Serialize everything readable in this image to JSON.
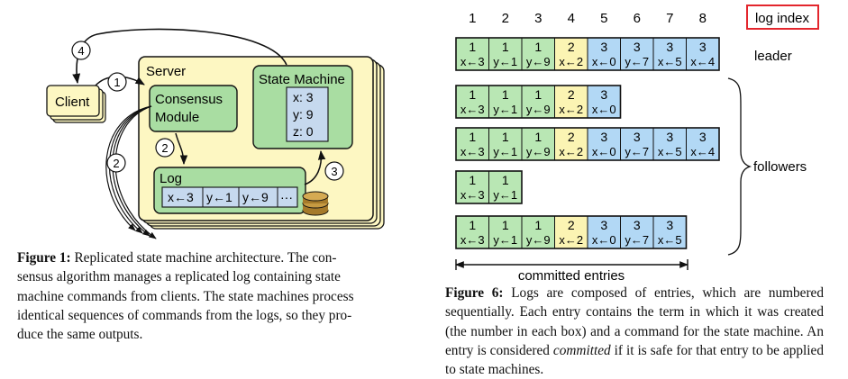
{
  "figure1": {
    "client_label": "Client",
    "server_label": "Server",
    "consensus_label_line1": "Consensus",
    "consensus_label_line2": "Module",
    "state_machine_label": "State Machine",
    "state_values": [
      "x: 3",
      "y: 9",
      "z: 0"
    ],
    "log_label": "Log",
    "log_entries": [
      "x←3",
      "y←1",
      "y←9",
      "···"
    ],
    "step_numbers": [
      "1",
      "2",
      "2",
      "3",
      "4"
    ],
    "caption": {
      "label": "Figure 1:",
      "lines": [
        " Replicated state machine architecture. The con-",
        "sensus algorithm manages a replicated log containing state",
        "machine commands from clients. The state machines process",
        "identical sequences of commands from the logs, so they pro-",
        "duce the same outputs."
      ]
    }
  },
  "figure6": {
    "log_index_label": "log index",
    "indices": [
      "1",
      "2",
      "3",
      "4",
      "5",
      "6",
      "7",
      "8"
    ],
    "leader_label": "leader",
    "followers_label": "followers",
    "committed_label": "committed entries",
    "term_colors": {
      "1": "#b9e7b4",
      "2": "#fbf4b3",
      "3": "#b2d8f5"
    },
    "highlight_color": "#e3262d",
    "logs": [
      {
        "role": "leader",
        "entries": [
          {
            "term": "1",
            "cmd": "x←3"
          },
          {
            "term": "1",
            "cmd": "y←1"
          },
          {
            "term": "1",
            "cmd": "y←9"
          },
          {
            "term": "2",
            "cmd": "x←2"
          },
          {
            "term": "3",
            "cmd": "x←0"
          },
          {
            "term": "3",
            "cmd": "y←7"
          },
          {
            "term": "3",
            "cmd": "x←5"
          },
          {
            "term": "3",
            "cmd": "x←4"
          }
        ]
      },
      {
        "role": "follower",
        "entries": [
          {
            "term": "1",
            "cmd": "x←3"
          },
          {
            "term": "1",
            "cmd": "y←1"
          },
          {
            "term": "1",
            "cmd": "y←9"
          },
          {
            "term": "2",
            "cmd": "x←2"
          },
          {
            "term": "3",
            "cmd": "x←0"
          }
        ]
      },
      {
        "role": "follower",
        "entries": [
          {
            "term": "1",
            "cmd": "x←3"
          },
          {
            "term": "1",
            "cmd": "y←1"
          },
          {
            "term": "1",
            "cmd": "y←9"
          },
          {
            "term": "2",
            "cmd": "x←2"
          },
          {
            "term": "3",
            "cmd": "x←0"
          },
          {
            "term": "3",
            "cmd": "y←7"
          },
          {
            "term": "3",
            "cmd": "x←5"
          },
          {
            "term": "3",
            "cmd": "x←4"
          }
        ]
      },
      {
        "role": "follower",
        "entries": [
          {
            "term": "1",
            "cmd": "x←3"
          },
          {
            "term": "1",
            "cmd": "y←1"
          }
        ]
      },
      {
        "role": "follower",
        "entries": [
          {
            "term": "1",
            "cmd": "x←3"
          },
          {
            "term": "1",
            "cmd": "y←1"
          },
          {
            "term": "1",
            "cmd": "y←9"
          },
          {
            "term": "2",
            "cmd": "x←2"
          },
          {
            "term": "3",
            "cmd": "x←0"
          },
          {
            "term": "3",
            "cmd": "y←7"
          },
          {
            "term": "3",
            "cmd": "x←5"
          }
        ]
      }
    ],
    "caption": {
      "label": "Figure 6:",
      "line1": " Logs are composed of entries, which are numbered sequentially. Each entry contains the term in which it was created (the number in each box) and a command for the state machine. An entry is considered ",
      "emph": "committed",
      "line2": " if it is safe for that entry to be applied to state machines."
    }
  }
}
